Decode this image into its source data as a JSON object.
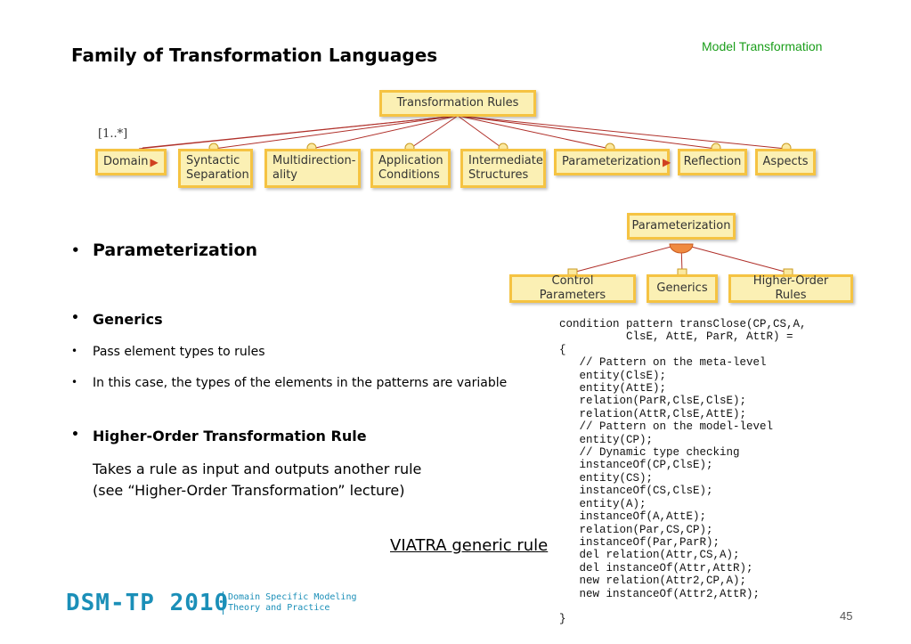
{
  "header": {
    "title": "Family of Transformation Languages",
    "corner_label": "Model Transformation"
  },
  "diagram1": {
    "root": "Transformation Rules",
    "multiplicity": "[1..*]",
    "children": [
      {
        "label": "Domain",
        "arrow": true
      },
      {
        "label": "Syntactic\nSeparation",
        "arrow": false
      },
      {
        "label": "Multidirection-\nality",
        "arrow": false
      },
      {
        "label": "Application\nConditions",
        "arrow": false
      },
      {
        "label": "Intermediate\nStructures",
        "arrow": false
      },
      {
        "label": "Parameterization",
        "arrow": true
      },
      {
        "label": "Reflection",
        "arrow": false
      },
      {
        "label": "Aspects",
        "arrow": false
      }
    ]
  },
  "diagram2": {
    "root": "Parameterization",
    "children": [
      "Control Parameters",
      "Generics",
      "Higher-Order Rules"
    ]
  },
  "bullets": {
    "b1": "Parameterization",
    "b2": "Generics",
    "b3": "Pass element types to rules",
    "b4": "In this case, the types of the elements in the patterns are variable",
    "b5": "Higher-Order Transformation Rule",
    "para_line1": "Takes a rule as input and outputs another rule",
    "para_line2": "(see “Higher-Order Transformation” lecture)",
    "bullet_char": "•"
  },
  "code_lines": [
    "condition pattern transClose(CP,CS,A,",
    "          ClsE, AttE, ParR, AttR) =",
    "{",
    "   // Pattern on the meta-level",
    "   entity(ClsE);",
    "   entity(AttE);",
    "   relation(ParR,ClsE,ClsE);",
    "   relation(AttR,ClsE,AttE);",
    "   // Pattern on the model-level",
    "   entity(CP);",
    "   // Dynamic type checking",
    "   instanceOf(CP,ClsE);",
    "   entity(CS);",
    "   instanceOf(CS,ClsE);",
    "   entity(A);",
    "   instanceOf(A,AttE);",
    "   relation(Par,CS,CP);",
    "   instanceOf(Par,ParR);",
    "   del relation(Attr,CS,A);",
    "   del instanceOf(Attr,AttR);",
    "   new relation(Attr2,CP,A);",
    "   new instanceOf(Attr2,AttR);",
    "",
    "}"
  ],
  "viatra_label": "VIATRA generic rule",
  "footer": {
    "logo_text": "DSM-TP 2010",
    "logo_sub1": "Domain Specific Modeling",
    "logo_sub2": "Theory and Practice",
    "page_number": "45"
  },
  "colors": {
    "box_fill": "#fbf0b4",
    "box_border": "#f5c342",
    "corner_text": "#1a9e1a",
    "logo": "#1b8fb8"
  }
}
